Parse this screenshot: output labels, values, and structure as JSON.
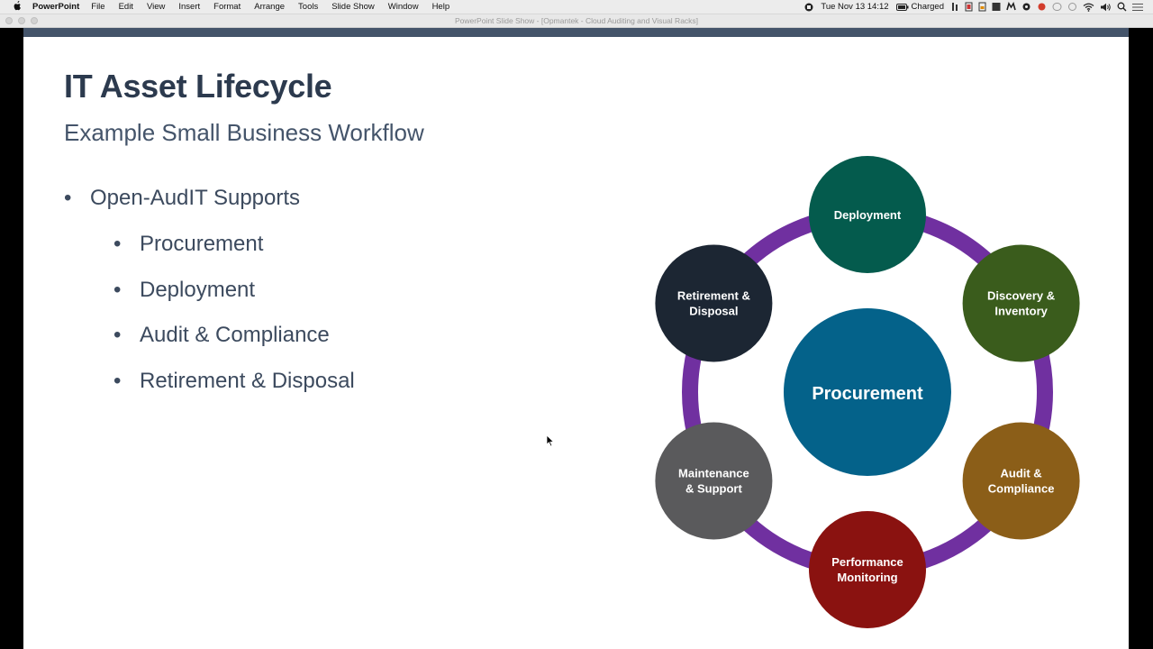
{
  "menubar": {
    "app_name": "PowerPoint",
    "menus": [
      "File",
      "Edit",
      "View",
      "Insert",
      "Format",
      "Arrange",
      "Tools",
      "Slide Show",
      "Window",
      "Help"
    ],
    "datetime": "Tue Nov 13  14:12",
    "battery": "Charged"
  },
  "window": {
    "title": "PowerPoint Slide Show - [Opmantek -  Cloud Auditing and Visual Racks]"
  },
  "slide": {
    "title": "IT Asset Lifecycle",
    "subtitle": "Example Small Business Workflow",
    "bullet": "Open-AudIT Supports",
    "sub_bullets": [
      "Procurement",
      "Deployment",
      "Audit & Compliance",
      "Retirement & Disposal"
    ],
    "bullet_glyph": "•"
  },
  "diagram": {
    "center": {
      "label": "Procurement",
      "color": "#04628a"
    },
    "ring_color": "#7030a0",
    "nodes": [
      {
        "line1": "Deployment",
        "line2": "",
        "color": "#045b4d"
      },
      {
        "line1": "Discovery &",
        "line2": "Inventory",
        "color": "#3a5c1c"
      },
      {
        "line1": "Audit &",
        "line2": "Compliance",
        "color": "#8b5e18"
      },
      {
        "line1": "Performance",
        "line2": "Monitoring",
        "color": "#8a1210"
      },
      {
        "line1": "Maintenance",
        "line2": "& Support",
        "color": "#5a5a5c"
      },
      {
        "line1": "Retirement &",
        "line2": "Disposal",
        "color": "#1c2633"
      }
    ]
  }
}
